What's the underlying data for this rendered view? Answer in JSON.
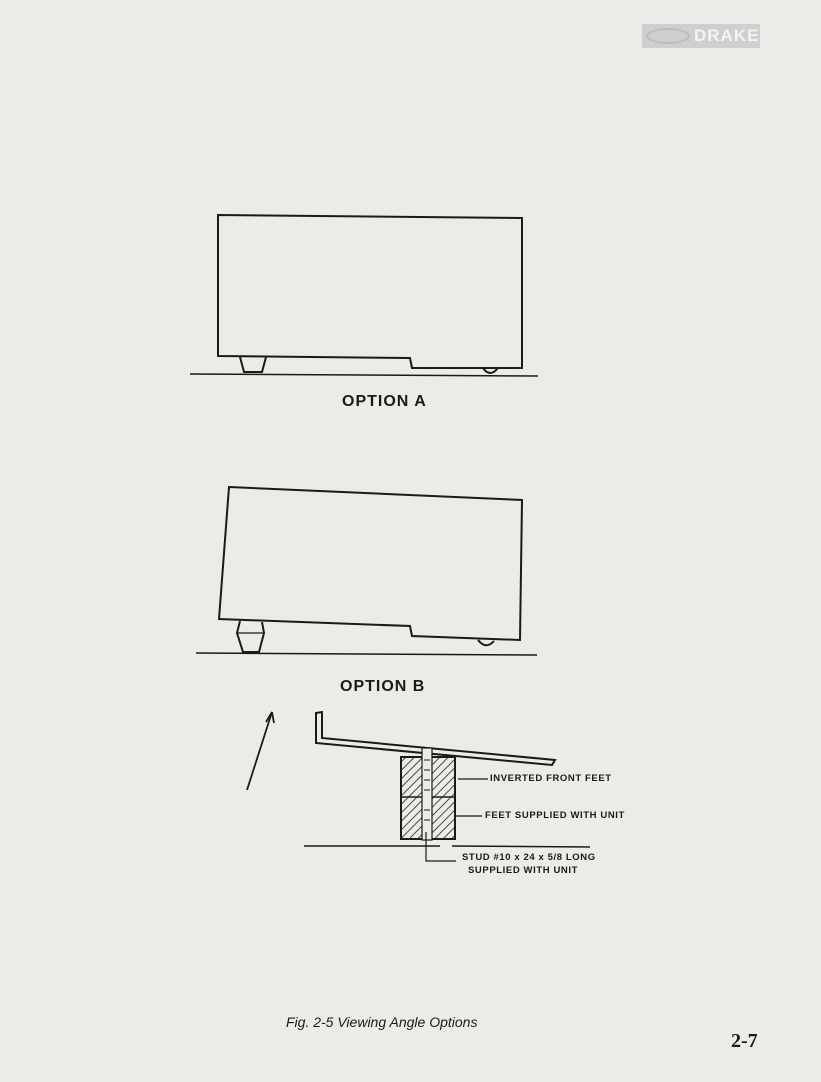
{
  "header": {
    "logo_text": "DRAKE"
  },
  "figure": {
    "option_a_label": "OPTION A",
    "option_b_label": "OPTION B",
    "callouts": {
      "inverted_front_feet": "INVERTED FRONT FEET",
      "feet_supplied": "FEET SUPPLIED  WITH UNIT",
      "stud_line1": "STUD #10 x 24 x 5/8 LONG",
      "stud_line2": "SUPPLIED  WITH UNIT"
    },
    "caption": "Fig. 2-5 Viewing Angle Options"
  },
  "footer": {
    "page_number": "2-7"
  }
}
